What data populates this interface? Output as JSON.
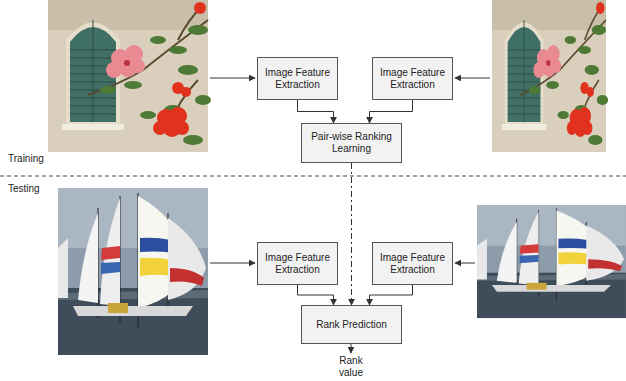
{
  "diagram": {
    "nodes": [
      {
        "text": [
          "Image Feature Extraction"
        ]
      },
      {
        "text": [
          "Image Feature Extraction"
        ]
      },
      {
        "text": [
          "Pair-wise Ranking Learning"
        ]
      },
      {
        "text": [
          "Image Feature Extraction"
        ]
      },
      {
        "text": [
          "Image Feature Extraction"
        ]
      },
      {
        "text": [
          "Rank Prediction"
        ]
      }
    ],
    "edges": [
      {
        "from": 0,
        "to": 2,
        "arrow": "to"
      },
      {
        "from": 1,
        "to": 2,
        "arrow": "to"
      },
      {
        "from": 2,
        "to": 5,
        "arrow": "to"
      },
      {
        "from": 3,
        "to": 5,
        "arrow": "to"
      },
      {
        "from": 4,
        "to": 5,
        "arrow": "to"
      }
    ],
    "labels": [
      "Training",
      "Testing",
      "Rank value"
    ]
  }
}
